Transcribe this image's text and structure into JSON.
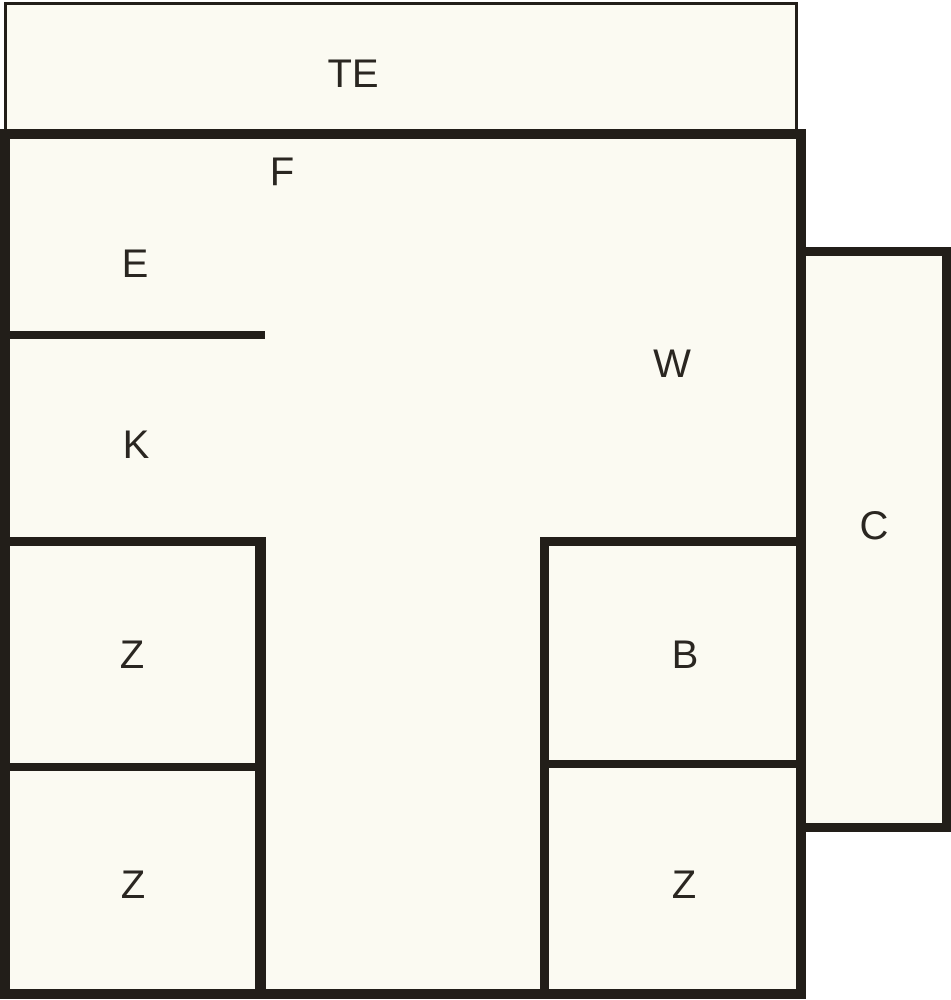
{
  "colors": {
    "background": "#ffffff",
    "room_fill": "#fbfaf2",
    "wall": "#221e19",
    "text": "#2a2621"
  },
  "rooms": {
    "te": {
      "label": "TE"
    },
    "f": {
      "label": "F"
    },
    "e": {
      "label": "E"
    },
    "k": {
      "label": "K"
    },
    "w": {
      "label": "W"
    },
    "c": {
      "label": "C"
    },
    "z_upper_left": {
      "label": "Z"
    },
    "b": {
      "label": "B"
    },
    "z_lower_left": {
      "label": "Z"
    },
    "z_lower_right": {
      "label": "Z"
    }
  }
}
